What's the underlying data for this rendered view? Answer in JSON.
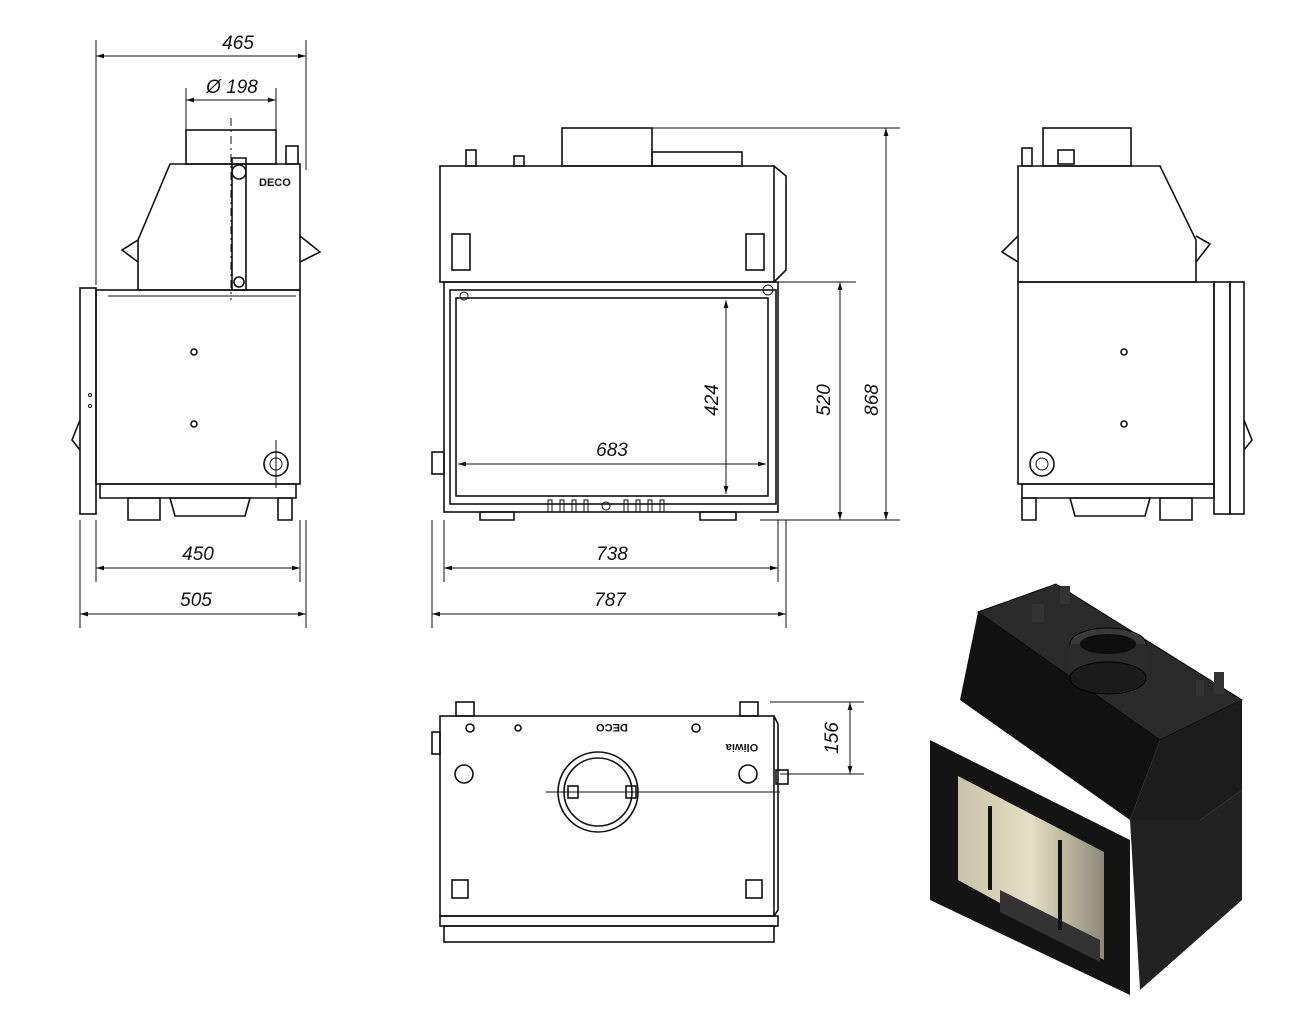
{
  "brand": "DECO",
  "model": "Oliwia",
  "dimensions": {
    "side_depth_top": "465",
    "flue_diameter": "Ø 198",
    "side_body_depth": "450",
    "side_total_depth": "505",
    "glass_width": "683",
    "glass_height": "424",
    "front_width": "738",
    "total_width": "787",
    "door_height": "520",
    "total_height": "868",
    "flue_offset": "156"
  },
  "colors": {
    "line": "#111111",
    "background": "#ffffff",
    "render_body": "#1a1a1a"
  }
}
